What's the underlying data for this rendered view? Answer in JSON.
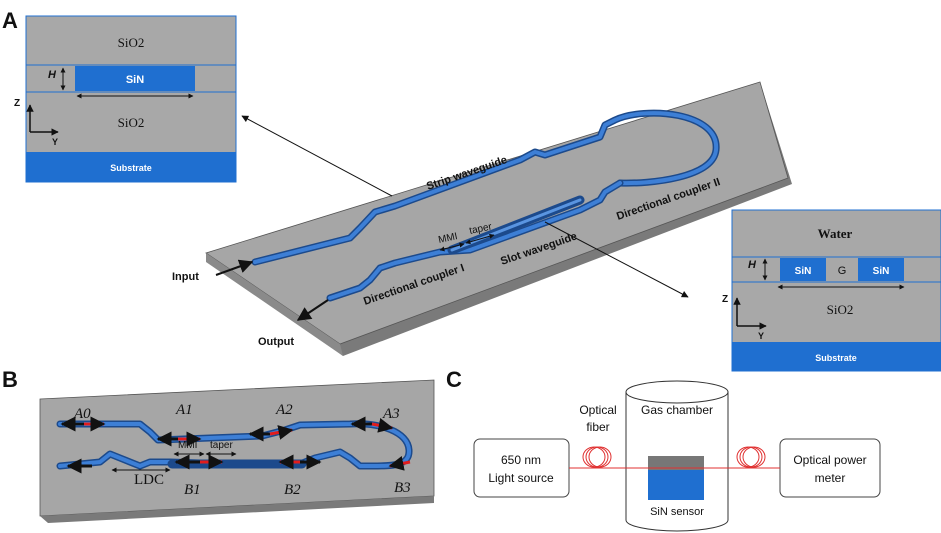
{
  "panels": {
    "a": {
      "letter": "A",
      "labels": {
        "input": "Input",
        "output": "Output",
        "strip_waveguide": "Strip waveguide",
        "directional_coupler_1": "Directional coupler I",
        "directional_coupler_2": "Directional coupler II",
        "slot_waveguide": "Slot waveguide",
        "mmi": "MMI",
        "taper": "taper"
      },
      "strip_inset": {
        "top_cladding": "SiO2",
        "core": "SiN",
        "bottom_cladding": "SiO2",
        "substrate": "Substrate",
        "height_label": "H",
        "axis_z": "Z",
        "axis_y": "Y"
      },
      "slot_inset": {
        "top_cladding": "Water",
        "core_left": "SiN",
        "gap": "G",
        "core_right": "SiN",
        "bottom_cladding": "SiO2",
        "substrate": "Substrate",
        "height_label": "H",
        "axis_z": "Z",
        "axis_y": "Y"
      }
    },
    "b": {
      "letter": "B",
      "ports": [
        "A0",
        "A1",
        "A2",
        "A3",
        "B1",
        "B2",
        "B3"
      ],
      "length_label": "LDC",
      "mmi": "MMI",
      "taper": "taper"
    },
    "c": {
      "letter": "C",
      "source_line1": "650 nm",
      "source_line2": "Light source",
      "fiber_line1": "Optical",
      "fiber_line2": "fiber",
      "chamber": "Gas chamber",
      "sensor": "SiN sensor",
      "meter_line1": "Optical power",
      "meter_line2": "meter"
    }
  },
  "colors": {
    "waveguide": "#2f6fc4",
    "waveguide_dark": "#1c4a8c",
    "chip_top": "#a4a4a4",
    "chip_side": "#777777",
    "inset_bg": "#a8a8a8",
    "substrate": "#1f6fd0",
    "arrow_red": "#e21c1c",
    "beam_red": "#e03030"
  }
}
